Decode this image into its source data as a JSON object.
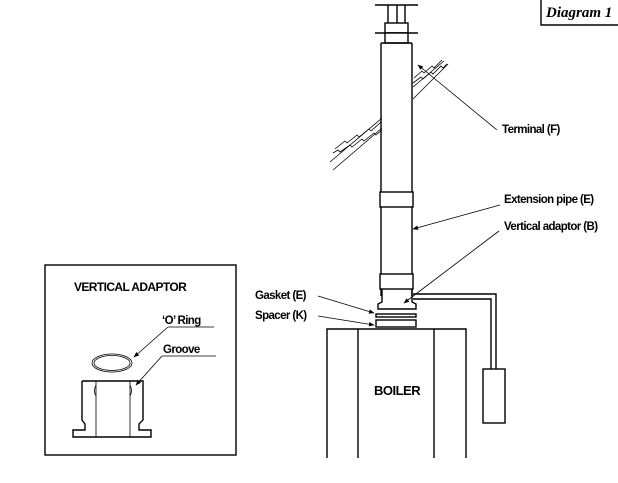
{
  "diagram": {
    "title": "Diagram 1",
    "colors": {
      "line": "#000000",
      "background": "#ffffff"
    },
    "labels": {
      "terminal": "Terminal (F)",
      "extension_pipe": "Extension pipe (E)",
      "vertical_adaptor": "Vertical adaptor (B)",
      "gasket": "Gasket (E)",
      "spacer": "Spacer (K)",
      "boiler": "BOILER"
    },
    "inset": {
      "title": "VERTICAL ADAPTOR",
      "o_ring": "‘O’ Ring",
      "groove": "Groove"
    }
  }
}
